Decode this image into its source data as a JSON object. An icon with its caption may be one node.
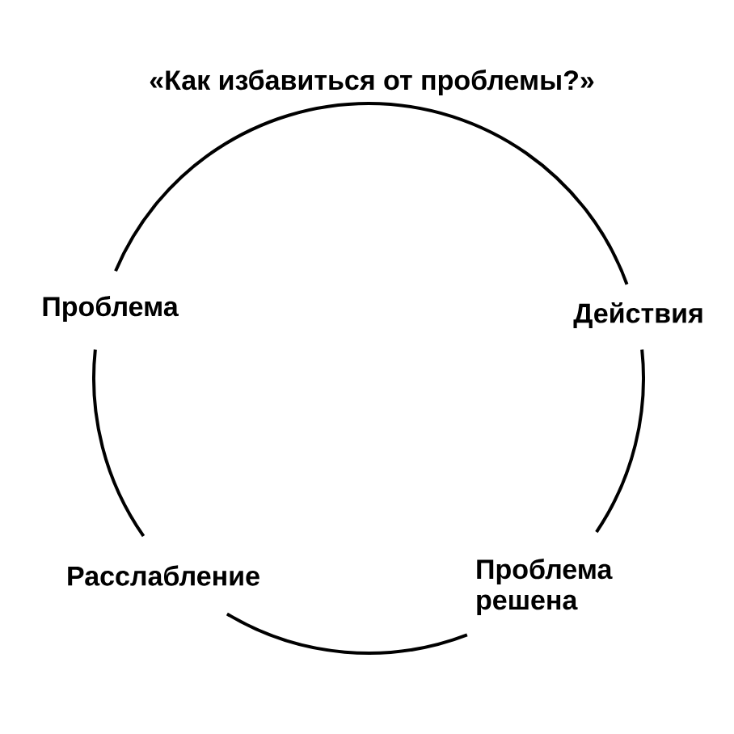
{
  "diagram": {
    "nodes": [
      {
        "text": [
          "«Как избавиться от проблемы?»"
        ]
      },
      {
        "text": [
          "Действия"
        ]
      },
      {
        "text": [
          "Проблема решена"
        ]
      },
      {
        "text": [
          "Расслабление"
        ]
      },
      {
        "text": [
          "Проблема"
        ]
      }
    ],
    "edges": [
      {
        "from": 0,
        "to": 1,
        "arrow": "none"
      },
      {
        "from": 1,
        "to": 2,
        "arrow": "none"
      },
      {
        "from": 2,
        "to": 3,
        "arrow": "none"
      },
      {
        "from": 3,
        "to": 4,
        "arrow": "none"
      },
      {
        "from": 4,
        "to": 0,
        "arrow": "none"
      }
    ]
  }
}
